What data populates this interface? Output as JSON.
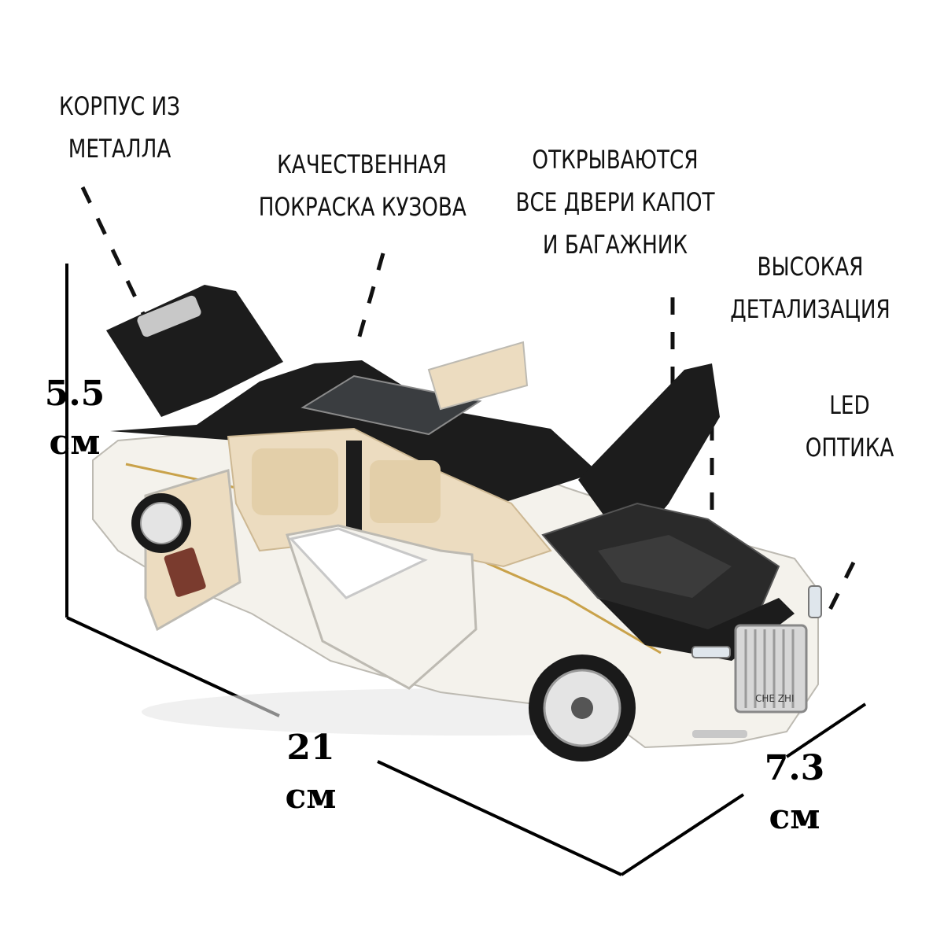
{
  "labels": {
    "body_metal": [
      "КОРПУС ИЗ",
      "МЕТАЛЛА"
    ],
    "paint": [
      "КАЧЕСТВЕННАЯ",
      "ПОКРАСКА КУЗОВА"
    ],
    "doors": [
      "ОТКРЫВАЮТСЯ",
      "ВСЕ ДВЕРИ КАПОТ",
      "И БАГАЖНИК"
    ],
    "detail": [
      "ВЫСОКАЯ",
      "ДЕТАЛИЗАЦИЯ"
    ],
    "led": [
      "LED",
      "ОПТИКА"
    ]
  },
  "dimensions": {
    "height": [
      "5.5",
      "см"
    ],
    "length": [
      "21",
      "см"
    ],
    "width": [
      "7.3",
      "см"
    ]
  },
  "badge_text": "CHE ZHI",
  "colors": {
    "body": "#f4f2ec",
    "roof": "#1c1c1c",
    "interior": "#ecdcc0",
    "pinstripe": "#c9a24a",
    "chrome": "#c8c8c8"
  }
}
